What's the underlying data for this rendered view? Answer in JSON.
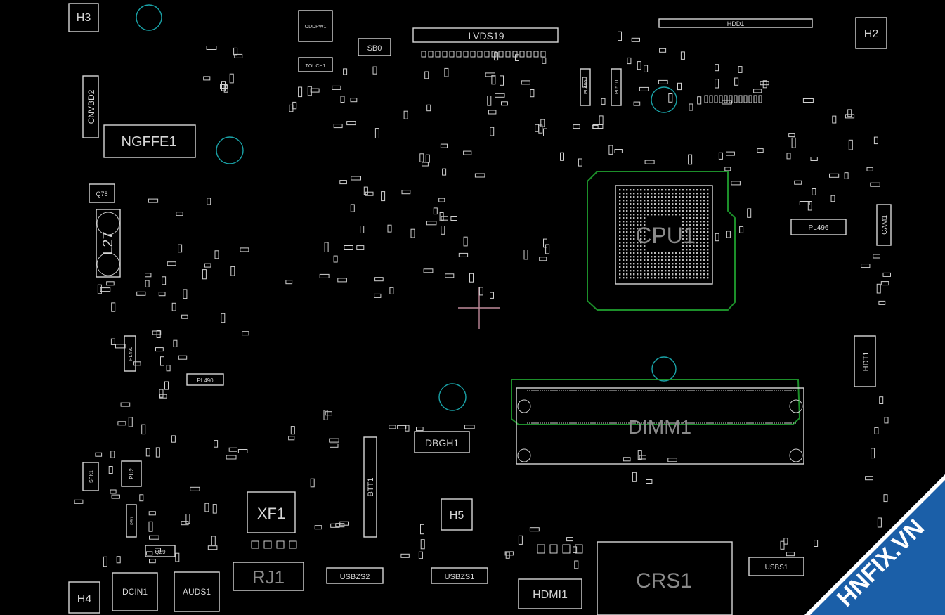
{
  "board": {
    "components": {
      "h3": "H3",
      "h2": "H2",
      "h4": "H4",
      "h5": "H5",
      "lvds": "LVDS19",
      "hdd": "HDD1",
      "ngffe": "NGFFE1",
      "cnvbd": "CNVBD2",
      "q78": "Q78",
      "l27": "L27",
      "cpu": "CPU1",
      "dimm": "DIMM1",
      "dbgh": "DBGH1",
      "xf1": "XF1",
      "rj1": "RJ1",
      "btt1": "BTT1",
      "crs1": "CRS1",
      "hdmi1": "HDMI1",
      "dcin1": "DCIN1",
      "auds1": "AUDS1",
      "usbzs2": "USBZS2",
      "usbzs1": "USBZS1",
      "usbs1": "USBS1",
      "hdt1": "HDT1",
      "cam": "CAM1",
      "sb0": "SB0",
      "oddpw": "ODDPW1",
      "touch": "TOUCH1",
      "pl496": "PL496",
      "pl490": "PL490",
      "pl480": "PL480",
      "pl510": "PL510",
      "pl490b": "PL490",
      "spk": "SPK1",
      "pu2": "PU2",
      "pr": "PR1",
      "q29": "Q29"
    }
  },
  "watermark": {
    "text": "HNFIX.VN",
    "bg_color": "#1b5fa8",
    "text_color": "#ffffff"
  },
  "colors": {
    "background": "#000000",
    "silk": "#d8d8d8",
    "hole": "#1aa3a8",
    "outline_green": "#1c8f2a"
  }
}
